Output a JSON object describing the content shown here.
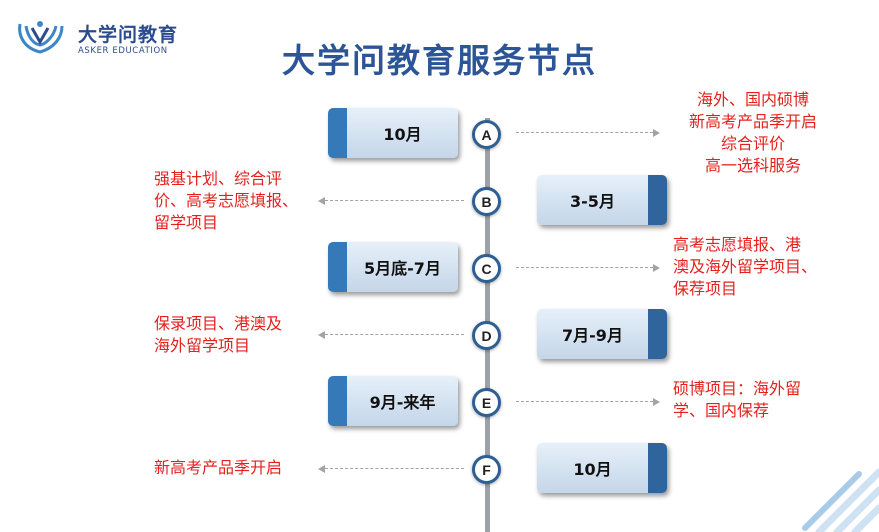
{
  "brand": {
    "name": "大学问教育",
    "tagline": "ASKER EDUCATION"
  },
  "title": "大学问教育服务节点",
  "nodes": [
    {
      "letter": "A",
      "date": "10月",
      "note": [
        "海外、国内硕博",
        "新高考产品季开启",
        "综合评价",
        "高一选科服务"
      ]
    },
    {
      "letter": "B",
      "date": "3-5月",
      "note": [
        "强基计划、综合评",
        "价、高考志愿填报、",
        "留学项目"
      ]
    },
    {
      "letter": "C",
      "date": "5月底-7月",
      "note": [
        "高考志愿填报、港",
        "澳及海外留学项目、",
        "保荐项目"
      ]
    },
    {
      "letter": "D",
      "date": "7月-9月",
      "note": [
        "保录项目、港澳及",
        "海外留学项目"
      ]
    },
    {
      "letter": "E",
      "date": "9月-来年",
      "note": [
        "硕博项目：海外留",
        "学、国内保荐"
      ]
    },
    {
      "letter": "F",
      "date": "10月",
      "note": [
        "新高考产品季开启"
      ]
    }
  ]
}
